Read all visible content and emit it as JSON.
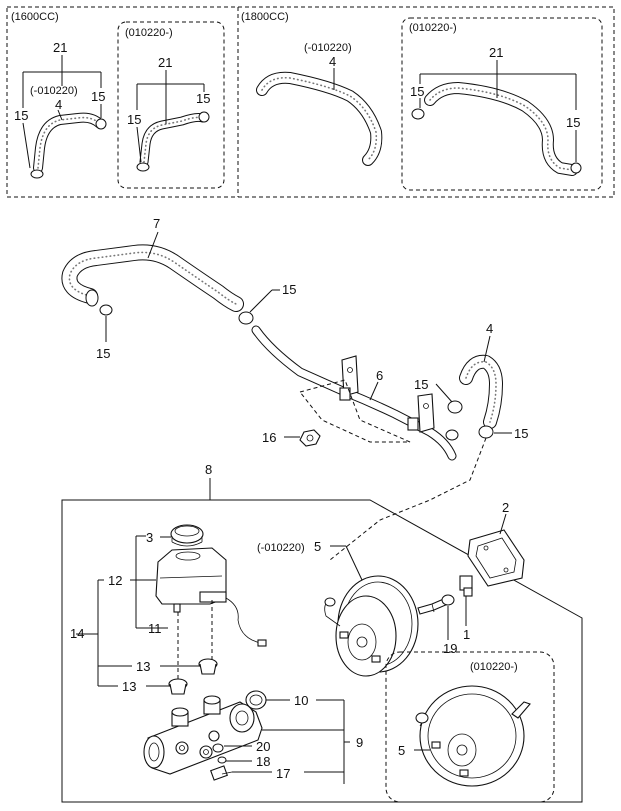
{
  "groups": {
    "g1600": "(1600CC)",
    "g1800": "(1800CC)",
    "d010220_after": "(010220-)",
    "d010220_before": "(-010220)",
    "d010220_before_b": "(-010220)",
    "booster_old": "(-010220)"
  },
  "labels": {
    "l21a": "21",
    "l15a": "15",
    "l15b": "15",
    "l4a": "4",
    "l21b": "21",
    "l15c": "15",
    "l15d": "15",
    "l4b": "4",
    "l21c": "21",
    "l15e": "15",
    "l15f": "15",
    "l7": "7",
    "l15g": "15",
    "l15h": "15",
    "l4c": "4",
    "l6": "6",
    "l15i": "15",
    "l16": "16",
    "l15j": "15",
    "l8": "8",
    "l2": "2",
    "l3": "3",
    "l5a": "5",
    "l12": "12",
    "l14": "14",
    "l11": "11",
    "l13a": "13",
    "l13b": "13",
    "l19": "19",
    "l1": "1",
    "l10": "10",
    "l9": "9",
    "l20": "20",
    "l18": "18",
    "l17": "17",
    "l5b": "5",
    "booster_new": "(010220-)"
  }
}
